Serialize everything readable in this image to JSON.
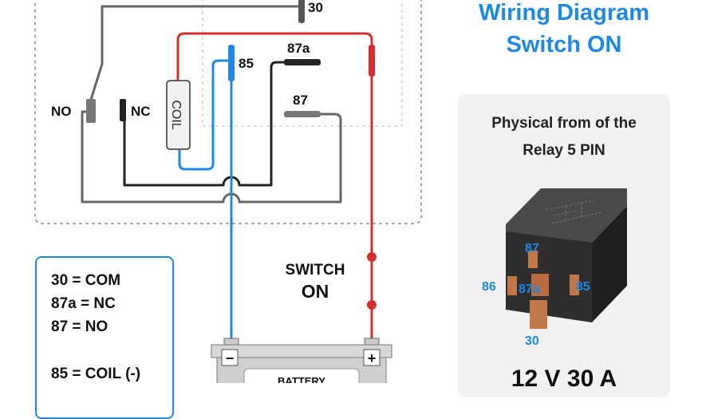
{
  "title": {
    "line1": "Wiring Diagram",
    "line2": "Switch ON"
  },
  "pins": {
    "p30": "30",
    "p85": "85",
    "p87a": "87a",
    "p87": "87",
    "no": "NO",
    "nc": "NC",
    "coil": "COIL"
  },
  "legend": {
    "l1": "30 = COM",
    "l2": "87a = NC",
    "l3": "87 = NO",
    "l4": "85 = COIL (-)"
  },
  "switch": {
    "line1": "SWITCH",
    "line2": "ON"
  },
  "battery": {
    "label": "BATTERY",
    "minus": "−",
    "plus": "+"
  },
  "physical": {
    "line1": "Physical from of the",
    "line2": "Relay 5 PIN",
    "pin87": "87",
    "pin86": "86",
    "pin87a": "87a",
    "pin85": "85",
    "pin30": "30",
    "spec": "12 V    30 A"
  },
  "colors": {
    "accent": "#1e88e5",
    "red": "#d32f2f",
    "blue": "#1e88e5",
    "gray": "#666666",
    "black": "#222222"
  }
}
